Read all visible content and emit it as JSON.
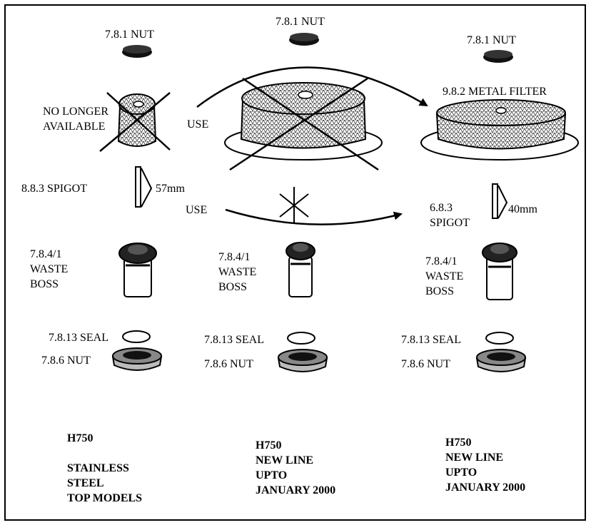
{
  "labels": {
    "nut_top_left": "7.8.1 NUT",
    "nut_top_mid": "7.8.1 NUT",
    "nut_top_right": "7.8.1 NUT",
    "metal_filter": "9.8.2 METAL FILTER",
    "no_longer_1": "NO LONGER",
    "no_longer_2": "AVAILABLE",
    "use_top": "USE",
    "use_bottom": "USE",
    "spigot_left": "8.8.3 SPIGOT",
    "len_left": "57mm",
    "spigot_right_1": "6.8.3",
    "spigot_right_2": "SPIGOT",
    "len_right": "40mm",
    "boss_left": [
      "7.8.4/1",
      "WASTE",
      "BOSS"
    ],
    "boss_mid": [
      "7.8.4/1",
      "WASTE",
      "BOSS"
    ],
    "boss_right": [
      "7.8.4/1",
      "WASTE",
      "BOSS"
    ],
    "seal_left": "7.8.13 SEAL",
    "seal_mid": "7.8.13 SEAL",
    "seal_right": "7.8.13 SEAL",
    "nut_bot_left": "7.8.6 NUT",
    "nut_bot_mid": "7.8.6 NUT",
    "nut_bot_right": "7.8.6 NUT"
  },
  "models": {
    "left": [
      "H750",
      "",
      "STAINLESS",
      "STEEL",
      "TOP MODELS"
    ],
    "mid": [
      "H750",
      "NEW LINE",
      "UPTO",
      "JANUARY 2000"
    ],
    "right": [
      "H750",
      "NEW LINE",
      "UPTO",
      "JANUARY 2000"
    ]
  }
}
